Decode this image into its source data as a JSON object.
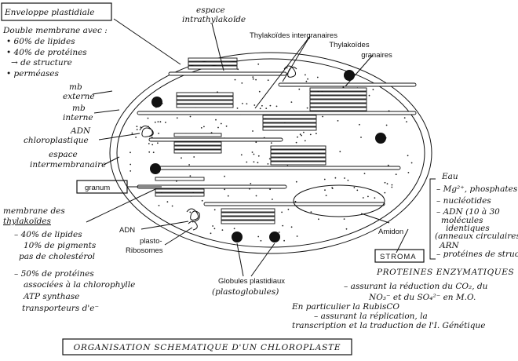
{
  "diagram": {
    "title": "ORGANISATION SCHEMATIQUE D'UN CHLOROPLASTE",
    "envelope": {
      "heading": "Enveloppe plastidiale",
      "lines": [
        "Double membrane avec :",
        "• 60% de lipides",
        "• 40% de protéines",
        "→ de structure",
        "• perméases"
      ]
    },
    "top_labels": {
      "intrathylakoid_space": [
        "espace",
        "intrathylakoïde"
      ],
      "intergranal": "Thylakoïdes intergranaires",
      "granal": [
        "Thylakoïdes",
        "granaires"
      ]
    },
    "left_labels": {
      "outer_membrane": [
        "mb",
        "externe"
      ],
      "inner_membrane": [
        "mb",
        "interne"
      ],
      "cp_dna": [
        "ADN",
        "chloroplastique"
      ],
      "intermembrane_space": [
        "espace",
        "intermembranaire"
      ],
      "granum": "granum",
      "adn": "ADN",
      "plastoribosomes": [
        "plasto-",
        "Ribosomes"
      ]
    },
    "thylakoid_membrane": {
      "heading": [
        "membrane des",
        "thylakoïdes"
      ],
      "lines": [
        "– 40% de lipides",
        "10% de pigments",
        "pas de cholestérol",
        "– 50% de protéines",
        "associées à la chlorophylle",
        "ATP synthase",
        "transporteurs d'e⁻"
      ]
    },
    "stroma_side": {
      "lines": [
        "Eau",
        "– Mg²⁺, phosphates",
        "– nucléotides",
        "– ADN (10 à 30",
        "molécules",
        "identiques",
        "(anneaux circulaires))",
        "ARN",
        "– protéines de struct."
      ]
    },
    "amidon": "Amidon",
    "stroma": "STROMA",
    "globules": [
      "Globules plastidiaux",
      "(plastoglobules)"
    ],
    "enzymes": {
      "heading": "PROTEINES ENZYMATIQUES :",
      "lines": [
        "– assurant la réduction du CO₂, du",
        "NO₃⁻ et du SO₄²⁻ en M.O.",
        "En particulier la RubisCO",
        "– assurant la réplication, la",
        "transcription et la traduction de l'I. Génétique"
      ]
    }
  }
}
